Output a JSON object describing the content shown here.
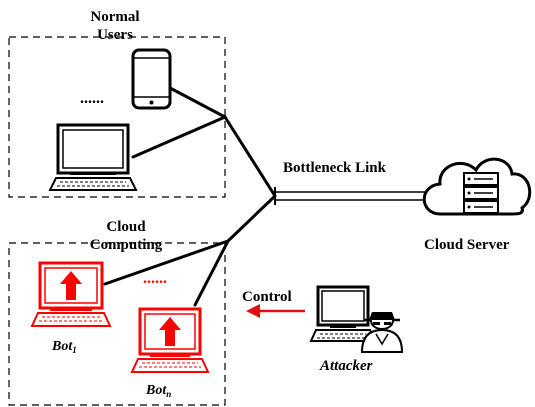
{
  "labels": {
    "normal_users": [
      "Normal",
      "Users"
    ],
    "cloud_computing": [
      "Cloud",
      "Computing"
    ],
    "bottleneck_link": "Bottleneck Link",
    "cloud_server": "Cloud Server",
    "control": "Control",
    "attacker": "Attacker",
    "bot1": {
      "base": "Bot",
      "sub": "1"
    },
    "botn": {
      "base": "Bot",
      "sub": "n"
    },
    "dots_users": "......",
    "dots_bots": "......"
  },
  "colors": {
    "line": "#000000",
    "bot": "#ff0000",
    "dashed_box": "#000000",
    "arrow": "#e01010"
  },
  "icons": {
    "phone": "smartphone-icon",
    "pc": "desktop-computer-icon",
    "server": "cloud-server-icon",
    "bot": "infected-laptop-icon",
    "attacker": "hacker-computer-icon"
  }
}
